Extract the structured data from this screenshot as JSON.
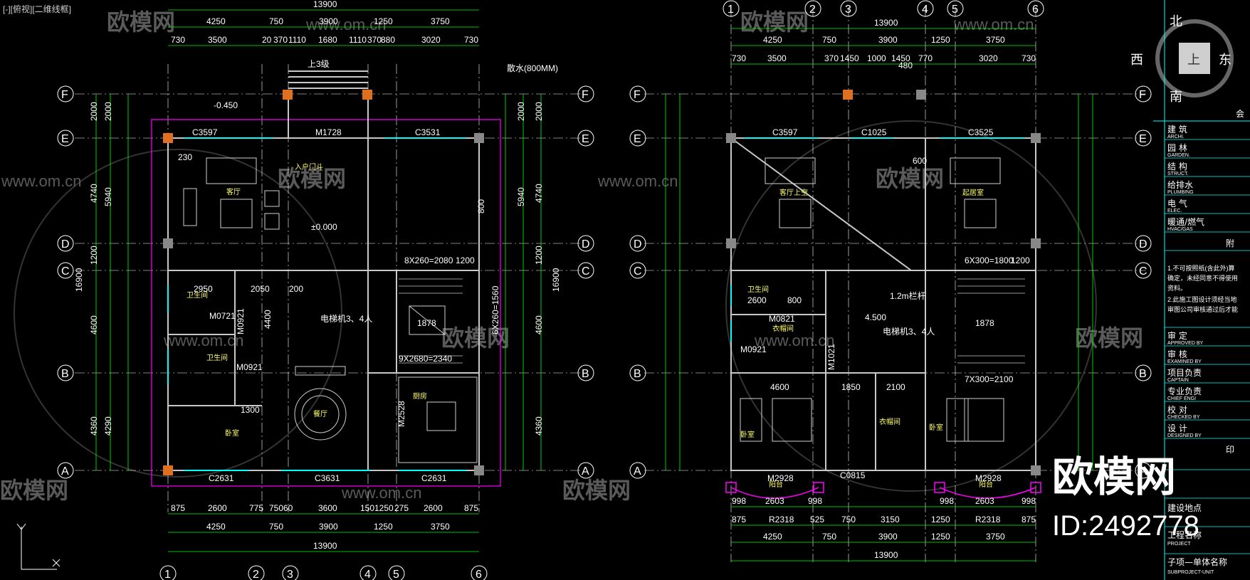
{
  "viewport": {
    "label": "[-][俯视][二维线框]"
  },
  "colors": {
    "background": "#000000",
    "dims": "#00ff00",
    "walls": "#c0c0c0",
    "axes": "#ffffff",
    "cyan": "#00ffff",
    "magenta": "#ff00ff",
    "text": "#ffffff"
  },
  "compass": {
    "north": "北",
    "south": "南",
    "east": "东",
    "west": "西",
    "center": "上"
  },
  "watermark": {
    "brand": "欧模网",
    "url": "www.om.cn",
    "id": "ID:2492778"
  },
  "plan1": {
    "total_top": "13900",
    "total_bottom": "13900",
    "top_row1": [
      "4250",
      "750",
      "3900",
      "1250",
      "3750"
    ],
    "top_row2": [
      "730",
      "3500",
      "20",
      "370",
      "1110",
      "1680",
      "1110",
      "370",
      "880",
      "3020",
      "730"
    ],
    "bottom_row1": [
      "875",
      "2600",
      "775",
      "750",
      "60",
      "3600",
      "150",
      "1250",
      "275",
      "2600",
      "875"
    ],
    "bottom_row2": [
      "4250",
      "750",
      "3900",
      "1250",
      "3750"
    ],
    "left_dims": [
      "2000",
      "4740",
      "1200",
      "16900",
      "4600",
      "4360",
      "2000",
      "5940",
      "4290"
    ],
    "right_dims": [
      "2000",
      "4740",
      "1200",
      "16900",
      "4600",
      "4360",
      "2000",
      "5940"
    ],
    "row_labels": [
      "F",
      "E",
      "D",
      "C",
      "B",
      "A"
    ],
    "col_labels": [
      "1",
      "2",
      "3",
      "4",
      "5",
      "6"
    ],
    "windows": [
      "C3597",
      "C3531",
      "M1728",
      "C2631",
      "C3631",
      "C2631",
      "M2528",
      "M0721",
      "M0921",
      "M0921"
    ],
    "levels": [
      "-0.450",
      "±0.000"
    ],
    "rooms": [
      "客厅",
      "入户门斗",
      "餐厅",
      "厨房",
      "卧室",
      "卫生间",
      "卫生间",
      "上3级"
    ],
    "notes": [
      "散水(800MM)",
      "电梯机3、4人",
      "8X260=2080",
      "9X2680=2340",
      "6X260=1560"
    ],
    "misc_dims": [
      "230",
      "800",
      "200",
      "2050",
      "2950",
      "1300",
      "4400",
      "1200",
      "1878"
    ]
  },
  "plan2": {
    "total_top": "13900",
    "total_bottom": "13900",
    "top_row1": [
      "4250",
      "750",
      "3900",
      "1250",
      "3750"
    ],
    "top_row2": [
      "730",
      "3500",
      "370",
      "1450",
      "1000",
      "1450",
      "770",
      "3020",
      "730"
    ],
    "bottom_row1": [
      "875",
      "R2318",
      "525",
      "750",
      "3150",
      "1250",
      "R2318",
      "875"
    ],
    "bottom_row2": [
      "4250",
      "750",
      "3900",
      "1250",
      "3750"
    ],
    "bottom_row0": [
      "998",
      "2603",
      "998",
      "998",
      "2603",
      "998"
    ],
    "row_labels": [
      "F",
      "E",
      "D",
      "C",
      "B",
      "A"
    ],
    "col_labels": [
      "1",
      "2",
      "3",
      "4",
      "5",
      "6"
    ],
    "windows": [
      "C3597",
      "C1025",
      "C3525",
      "M2928",
      "M2928",
      "C0815",
      "M0821",
      "M1021",
      "M0921"
    ],
    "rooms": [
      "客厅上空",
      "起居室",
      "卫生间",
      "衣帽间",
      "卧室",
      "卧室",
      "衣帽间",
      "阳台",
      "阳台"
    ],
    "notes": [
      "1.2m栏杆",
      "电梯机3、4人",
      "6X300=1800",
      "7X300=2100",
      "4.500"
    ],
    "misc_dims": [
      "480",
      "600",
      "2600",
      "800",
      "4600",
      "1850",
      "2100",
      "1200",
      "1878"
    ]
  },
  "titleblock": {
    "top": "会",
    "rows": [
      {
        "cn": "建  筑",
        "en": "ARCHI."
      },
      {
        "cn": "园  林",
        "en": "GARDEN."
      },
      {
        "cn": "结  构",
        "en": "STRUCT."
      },
      {
        "cn": "给排水",
        "en": "PLUMBING"
      },
      {
        "cn": "电  气",
        "en": "ELEC."
      },
      {
        "cn": "暖通/燃气",
        "en": "HVAC/GAS"
      }
    ],
    "fu": "附",
    "notes": [
      "1.不可按照纸(含此外)算",
      "确定，未经同意不得使用",
      "资料。",
      "2.此施工图设计须经当地",
      "审图公司审核通过后才能"
    ],
    "approve": [
      {
        "cn": "审  定",
        "en": "APPROVED BY"
      },
      {
        "cn": "审  核",
        "en": "EXAMINED BY"
      },
      {
        "cn": "项目负责",
        "en": "CAPTAIN"
      },
      {
        "cn": "专业负责",
        "en": "CHIEF ENGI"
      },
      {
        "cn": "校  对",
        "en": "CHECKED BY"
      },
      {
        "cn": "设  计",
        "en": "DESIGNED BY"
      }
    ],
    "stamp": "印",
    "site": "建设地点",
    "project": "工程名称",
    "project_en": "PROJECT",
    "sub": "子项—单体名称",
    "sub_en": "SUBPROJECT-UNIT"
  }
}
